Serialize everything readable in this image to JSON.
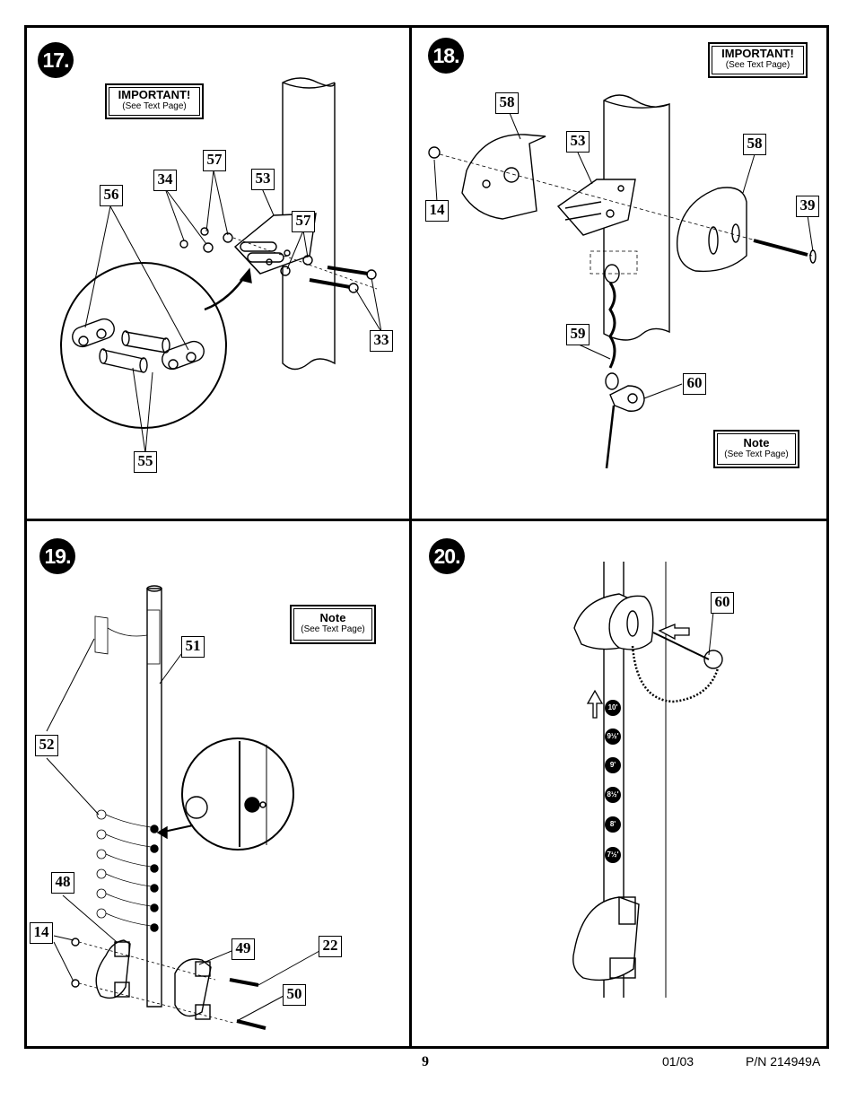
{
  "steps": {
    "s17": {
      "number": "17.",
      "notice": {
        "title": "IMPORTANT!",
        "subtitle": "(See Text Page)"
      },
      "labels": [
        "56",
        "34",
        "57",
        "53",
        "57",
        "33",
        "55"
      ]
    },
    "s18": {
      "number": "18.",
      "notice": {
        "title": "IMPORTANT!",
        "subtitle": "(See Text Page)"
      },
      "note": {
        "title": "Note",
        "subtitle": "(See Text Page)"
      },
      "labels": [
        "58",
        "53",
        "58",
        "14",
        "39",
        "59",
        "60"
      ]
    },
    "s19": {
      "number": "19.",
      "note": {
        "title": "Note",
        "subtitle": "(See Text Page)"
      },
      "labels": [
        "51",
        "52",
        "48",
        "14",
        "49",
        "22",
        "50"
      ]
    },
    "s20": {
      "number": "20.",
      "labels": [
        "60"
      ],
      "heights": [
        "10'",
        "9½'",
        "9'",
        "8½'",
        "8'",
        "7½'"
      ]
    }
  },
  "footer": {
    "page": "9",
    "date": "01/03",
    "part_number": "P/N 214949A"
  }
}
